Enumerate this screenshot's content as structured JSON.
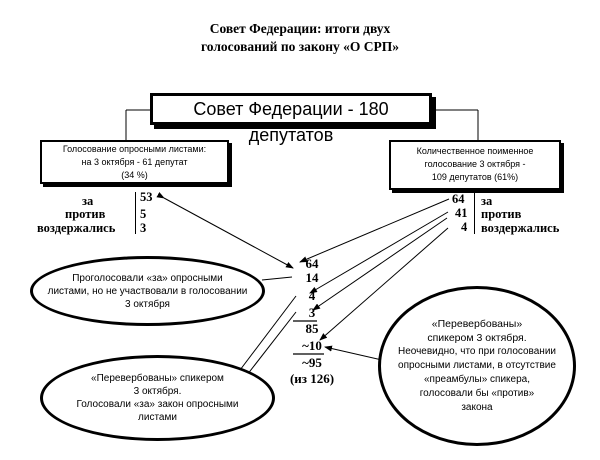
{
  "title": {
    "line1": "Совет Федерации: итоги двух",
    "line2": "голосований по закону «О СРП»"
  },
  "main_box": "Совет Федерации - 180 депутатов",
  "left_box": {
    "line1": "Голосование опросными листами:",
    "line2": "на 3 октября - 61 депутат",
    "line3": "(34 %)"
  },
  "right_box": {
    "line1": "Количественное поименное",
    "line2": "голосование 3 октября -",
    "line3": "109 депутатов (61%)"
  },
  "left_votes": [
    {
      "label": "за",
      "value": "53"
    },
    {
      "label": "против",
      "value": "5"
    },
    {
      "label": "воздержались",
      "value": "3"
    }
  ],
  "right_votes": [
    {
      "label": "за",
      "value": "64"
    },
    {
      "label": "против",
      "value": "41"
    },
    {
      "label": "воздержались",
      "value": "4"
    }
  ],
  "center_column": {
    "n1": "64",
    "n2": "14",
    "n3": "4",
    "n4": "3",
    "n5": "85",
    "n6": "~10",
    "n7": "~95",
    "n8": "(из 126)"
  },
  "ellipse_left_top": {
    "line1": "Проголосовали «за» опросными",
    "line2": "листами, но не участвовали в голосовании",
    "line3": "3 октября"
  },
  "ellipse_left_bottom": {
    "line1": "«Перевербованы» спикером",
    "line2": "3 октября.",
    "line3": "Голосовали «за» закон опросными",
    "line4": "листами"
  },
  "ellipse_right": {
    "line1": "«Перевербованы»",
    "line2": "спикером 3 октября.",
    "line3": "Неочевидно, что при голосовании",
    "line4": "опросными листами, в отсутствие",
    "line5": "«преамбулы» спикера,",
    "line6": "голосовали бы «против»",
    "line7": "закона"
  }
}
